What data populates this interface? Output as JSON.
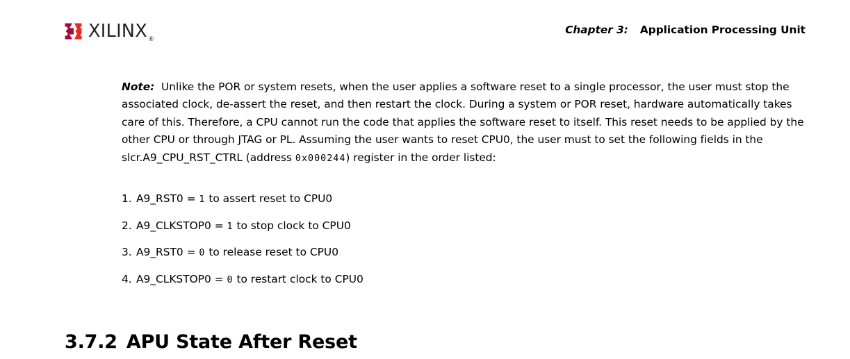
{
  "header": {
    "logo": {
      "mark_icon": "xilinx-logo-mark",
      "wordmark": "XILINX",
      "registered_mark": "®",
      "color_bright_red": "#ee2722",
      "color_dark_red": "#a6093d"
    },
    "chapter_label": "Chapter 3:",
    "chapter_title": "Application Processing Unit"
  },
  "note": {
    "label": "Note:",
    "text_before_address": "Unlike the POR or system resets, when the user applies a software reset to a single processor, the user must stop the associated clock, de-assert the reset, and then restart the clock. During a system or POR reset, hardware automatically takes care of this. Therefore, a CPU cannot run the code that applies the software reset to itself. This reset needs to be applied by the other CPU or through JTAG or PL. Assuming the user wants to reset CPU0, the user must to set the following fields in the slcr.A9_CPU_RST_CTRL (address ",
    "address": "0x000244",
    "text_after_address": ") register in the order listed:"
  },
  "steps": [
    {
      "number": "1.",
      "field": "A9_RST0",
      "equals": " = ",
      "value": "1",
      "description": " to assert reset to CPU0"
    },
    {
      "number": "2.",
      "field": "A9_CLKSTOP0",
      "equals": " = ",
      "value": "1",
      "description": " to stop clock to CPU0"
    },
    {
      "number": "3.",
      "field": "A9_RST0",
      "equals": " = ",
      "value": "0",
      "description": " to release reset to CPU0"
    },
    {
      "number": "4.",
      "field": "A9_CLKSTOP0",
      "equals": " = ",
      "value": "0",
      "description": " to restart clock to CPU0"
    }
  ],
  "section": {
    "number": "3.7.2",
    "title": "APU State After Reset"
  }
}
